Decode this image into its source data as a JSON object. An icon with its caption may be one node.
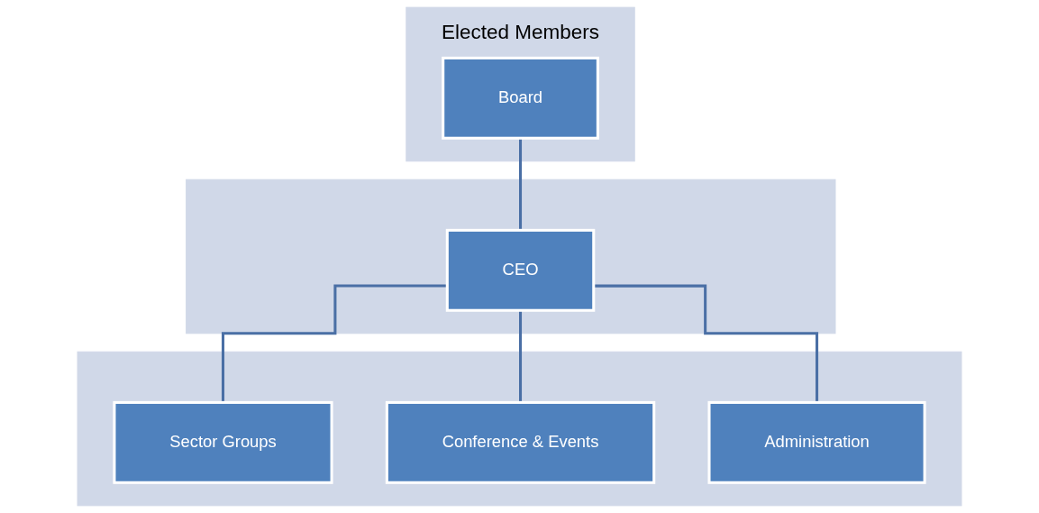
{
  "diagram": {
    "nodes": [
      {
        "text": [
          "Elected Members"
        ]
      },
      {
        "text": [
          "Board"
        ],
        "in": 0
      },
      {
        "text": [],
        "shape": "band"
      },
      {
        "text": [
          "CEO"
        ],
        "in": 2
      },
      {
        "text": [],
        "shape": "band"
      },
      {
        "text": [
          "Sector Groups"
        ],
        "in": 4
      },
      {
        "text": [
          "Conference & Events"
        ],
        "in": 4
      },
      {
        "text": [
          "Administration"
        ],
        "in": 4
      }
    ],
    "edges": [
      {
        "from": 1,
        "to": 3,
        "arrow": "none"
      },
      {
        "from": 3,
        "to": 5,
        "arrow": "none"
      },
      {
        "from": 3,
        "to": 6,
        "arrow": "none"
      },
      {
        "from": 3,
        "to": 7,
        "arrow": "none"
      }
    ]
  }
}
